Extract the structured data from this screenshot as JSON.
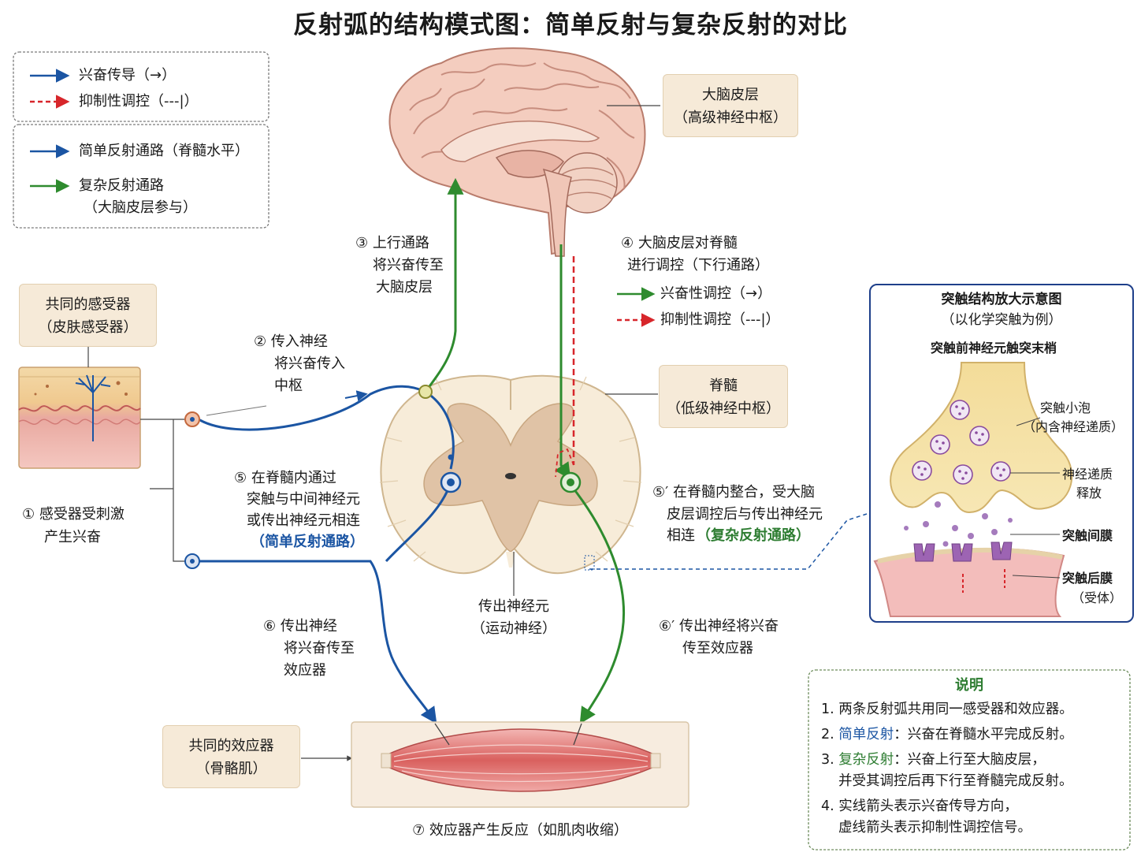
{
  "title": "反射弧的结构模式图：简单反射与复杂反射的对比",
  "colors": {
    "excitatory": "#1b55a3",
    "inhibitory": "#d7262b",
    "simple_path": "#1b55a3",
    "complex_path": "#2e8b2e",
    "label_bg": "#f6ead8"
  },
  "legend_top": {
    "excite": "兴奋传导（→）",
    "inhibit": "抑制性调控（---|）"
  },
  "legend_bottom": {
    "simple": "简单反射通路（脊髓水平）",
    "complex_1": "复杂反射通路",
    "complex_2": "（大脑皮层参与）"
  },
  "receptor": {
    "line1": "共同的感受器",
    "line2": "（皮肤感受器）"
  },
  "cortex": {
    "line1": "大脑皮层",
    "line2": "（高级神经中枢）"
  },
  "spinal": {
    "line1": "脊髓",
    "line2": "（低级神经中枢）"
  },
  "effector": {
    "line1": "共同的效应器",
    "line2": "（骨骼肌）"
  },
  "steps": {
    "s1": [
      "① 感受器受刺激",
      "产生兴奋"
    ],
    "s2": [
      "② 传入神经",
      "将兴奋传入",
      "中枢"
    ],
    "s3": [
      "③ 上行通路",
      "将兴奋传至",
      "大脑皮层"
    ],
    "s4": [
      "④ 大脑皮层对脊髓",
      "进行调控（下行通路）"
    ],
    "s4_excite": "兴奋性调控（→）",
    "s4_inhibit": "抑制性调控（---|）",
    "s5": [
      "⑤ 在脊髓内通过",
      "突触与中间神经元",
      "或传出神经元相连",
      "（简单反射通路）"
    ],
    "s5p": [
      "⑤′ 在脊髓内整合，受大脑",
      "皮层调控后与传出神经元",
      "相连",
      "（复杂反射通路）"
    ],
    "s6": [
      "⑥ 传出神经",
      "将兴奋传至",
      "效应器"
    ],
    "s6p": [
      "⑥′ 传出神经将兴奋",
      "传至效应器"
    ],
    "s7": "⑦ 效应器产生反应（如肌肉收缩）",
    "motor": [
      "传出神经元",
      "（运动神经）"
    ]
  },
  "synapse": {
    "title": "突触结构放大示意图",
    "subtitle": "（以化学突触为例）",
    "pre": "突触前神经元触突末梢",
    "vesicle": [
      "突触小泡",
      "（内含神经递质）"
    ],
    "release": [
      "神经递质",
      "释放"
    ],
    "cleft": "突触间膜",
    "post": [
      "突触后膜",
      "（受体）"
    ]
  },
  "notes": {
    "heading": "说明",
    "n1": "1. 两条反射弧共用同一感受器和效应器。",
    "n2_prefix": "2. ",
    "n2_key": "简单反射",
    "n2_rest": "：兴奋在脊髓水平完成反射。",
    "n3_prefix": "3. ",
    "n3_key": "复杂反射",
    "n3_rest": "：兴奋上行至大脑皮层，",
    "n3_line2": "并受其调控后再下行至脊髓完成反射。",
    "n4_line1": "4. 实线箭头表示兴奋传导方向，",
    "n4_line2": "虚线箭头表示抑制性调控信号。"
  }
}
